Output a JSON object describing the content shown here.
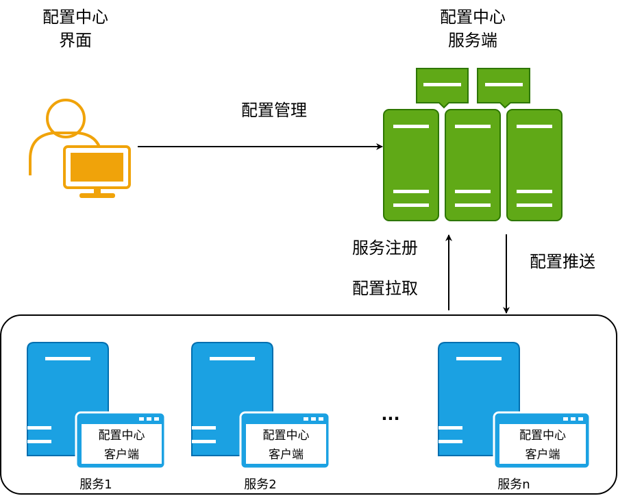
{
  "ui_title": {
    "line1": "配置中心",
    "line2": "界面"
  },
  "server_title": {
    "line1": "配置中心",
    "line2": "服务端"
  },
  "edges": {
    "manage": "配置管理",
    "register": "服务注册",
    "pull": "配置拉取",
    "push": "配置推送"
  },
  "ellipsis": "...",
  "clients": [
    {
      "service": "服务1",
      "line1": "配置中心",
      "line2": "客户端"
    },
    {
      "service": "服务2",
      "line1": "配置中心",
      "line2": "客户端"
    },
    {
      "service": "服务n",
      "line1": "配置中心",
      "line2": "客户端"
    }
  ],
  "colors": {
    "user": "#F0A30A",
    "server_green": "#60A917",
    "server_dark": "#2D7600",
    "client_blue": "#1BA1E2",
    "client_dark": "#006EAF"
  },
  "icons": [
    "user-icon",
    "monitor-icon",
    "server-cluster-icon",
    "speech-box-icon",
    "server-icon",
    "window-icon"
  ]
}
